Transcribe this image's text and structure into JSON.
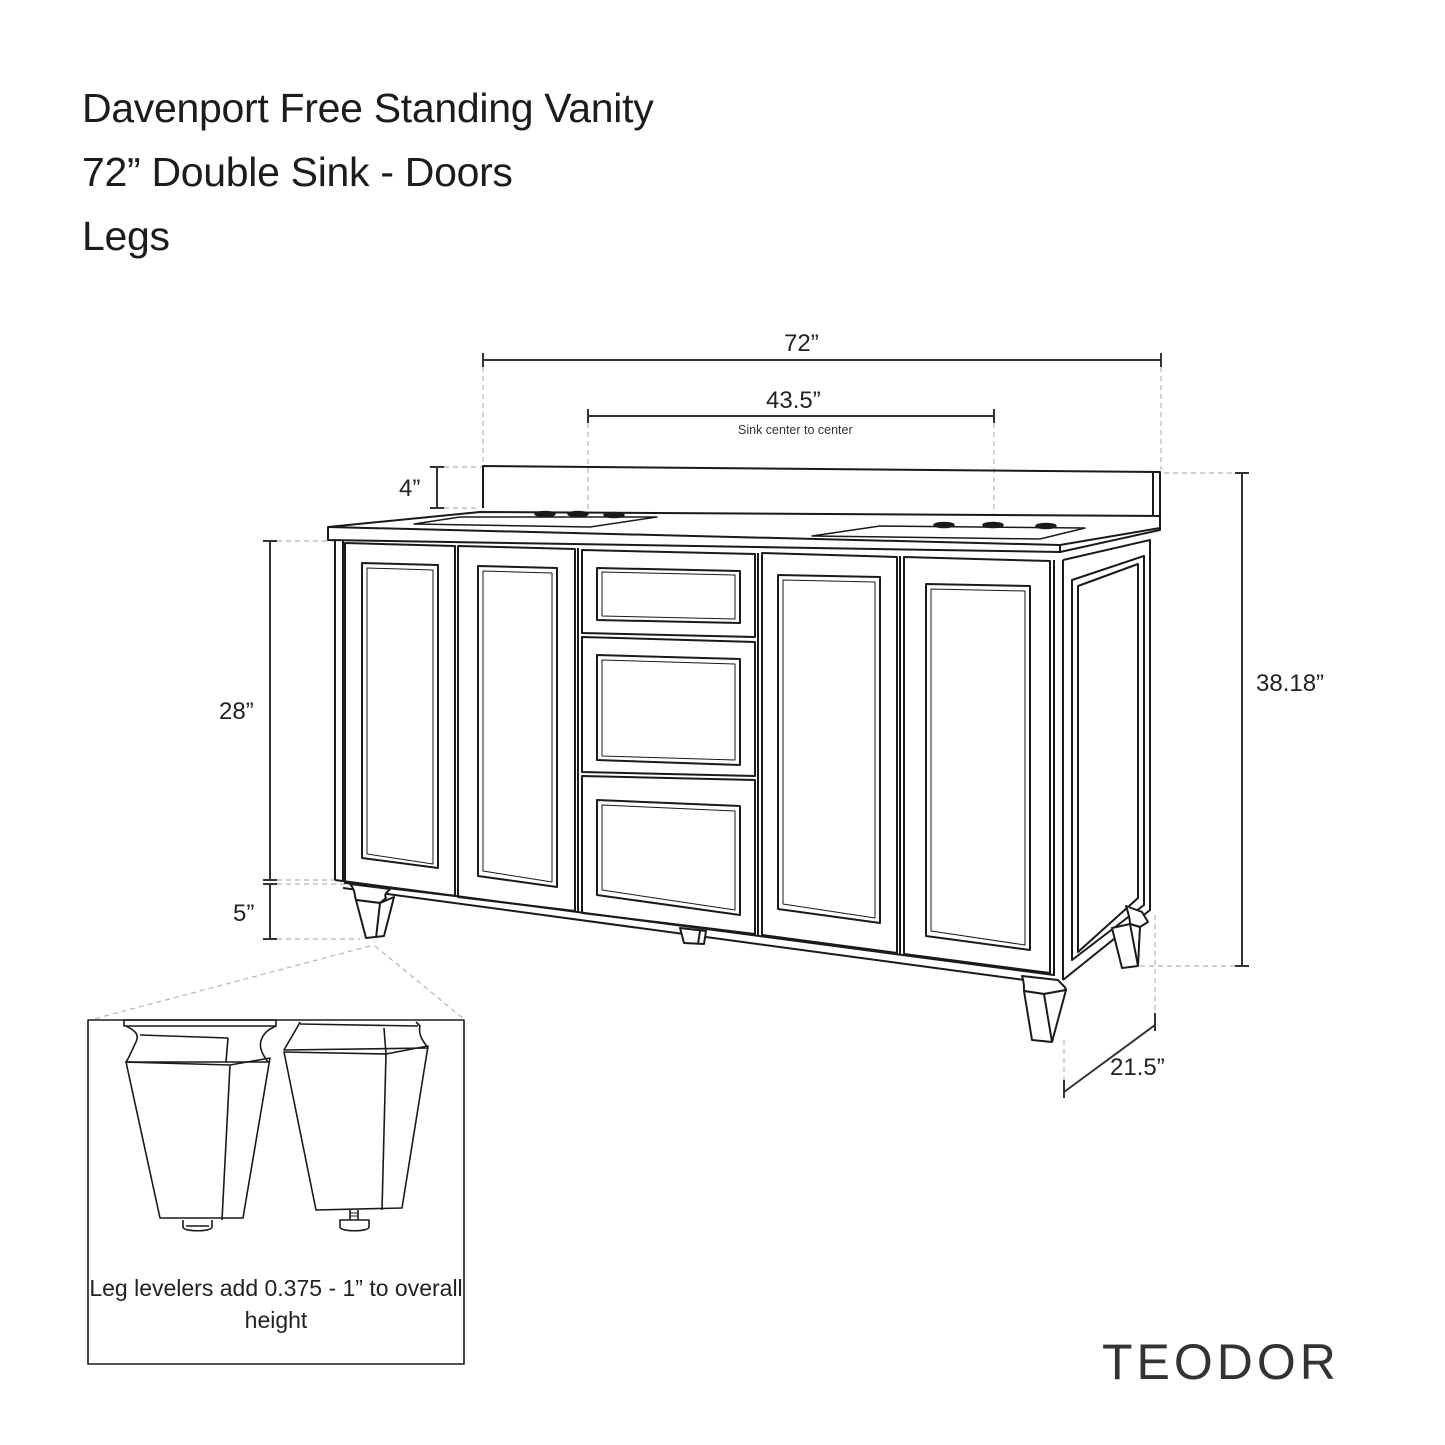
{
  "title": {
    "line1": "Davenport Free Standing Vanity",
    "line2": "72” Double Sink - Doors",
    "line3": "Legs"
  },
  "dimensions": {
    "overall_width": "72”",
    "sink_spacing": "43.5”",
    "sink_spacing_note": "Sink center to center",
    "backsplash_height": "4”",
    "cabinet_body_height": "28”",
    "leg_height": "5”",
    "overall_height": "38.18”",
    "depth": "21.5”"
  },
  "vanity": {
    "sinks": 2,
    "doors": 4,
    "drawers": 3,
    "legs_visible": 4
  },
  "leg_detail": {
    "caption": "Leg levelers add 0.375 - 1” to overall height"
  },
  "brand": "TEODOR",
  "colors": {
    "line": "#1a1a1a",
    "dashed": "#b5b5b5",
    "background": "#ffffff"
  }
}
